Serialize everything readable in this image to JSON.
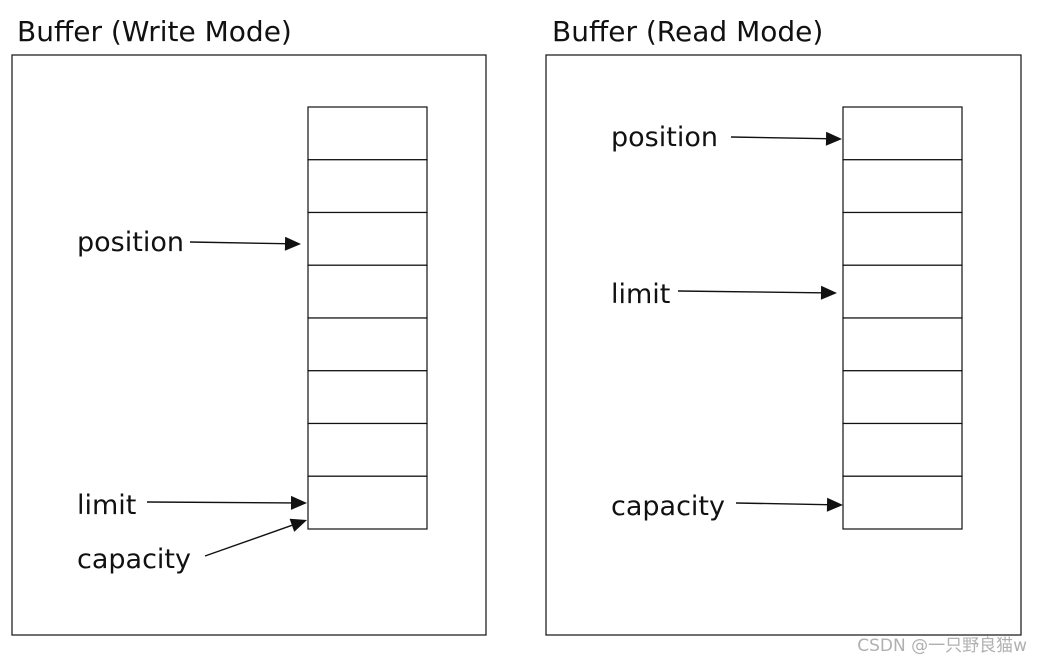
{
  "panels": [
    {
      "title": "Buffer (Write Mode)",
      "cell_count": 8,
      "pointers": [
        {
          "label": "position",
          "cell_index": 2
        },
        {
          "label": "limit",
          "cell_index": 7
        },
        {
          "label": "capacity",
          "cell_index": 7
        }
      ]
    },
    {
      "title": "Buffer (Read Mode)",
      "cell_count": 8,
      "pointers": [
        {
          "label": "position",
          "cell_index": 0
        },
        {
          "label": "limit",
          "cell_index": 3
        },
        {
          "label": "capacity",
          "cell_index": 7
        }
      ]
    }
  ],
  "watermark": "CSDN @一只野良猫w"
}
